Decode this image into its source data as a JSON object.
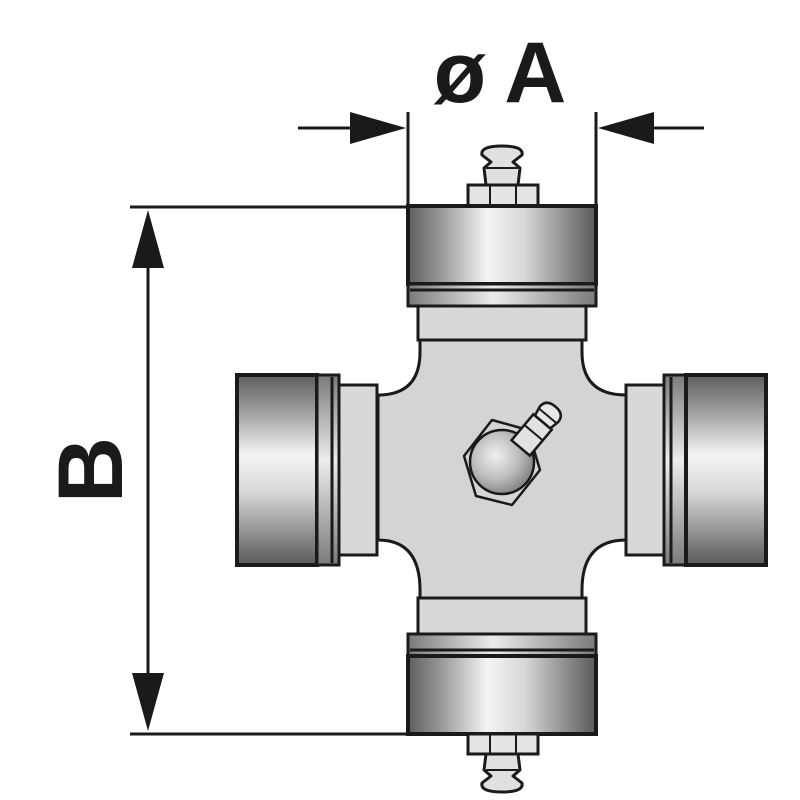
{
  "dimensions": {
    "diameter_symbol": "ø",
    "a_label": "A",
    "b_label": "B"
  },
  "colors": {
    "outline": "#1a1a1a",
    "body_fill": "#d4d4d4",
    "cap_dark": "#6a6a6a",
    "cap_light": "#f2f2f2",
    "background": "#ffffff"
  }
}
